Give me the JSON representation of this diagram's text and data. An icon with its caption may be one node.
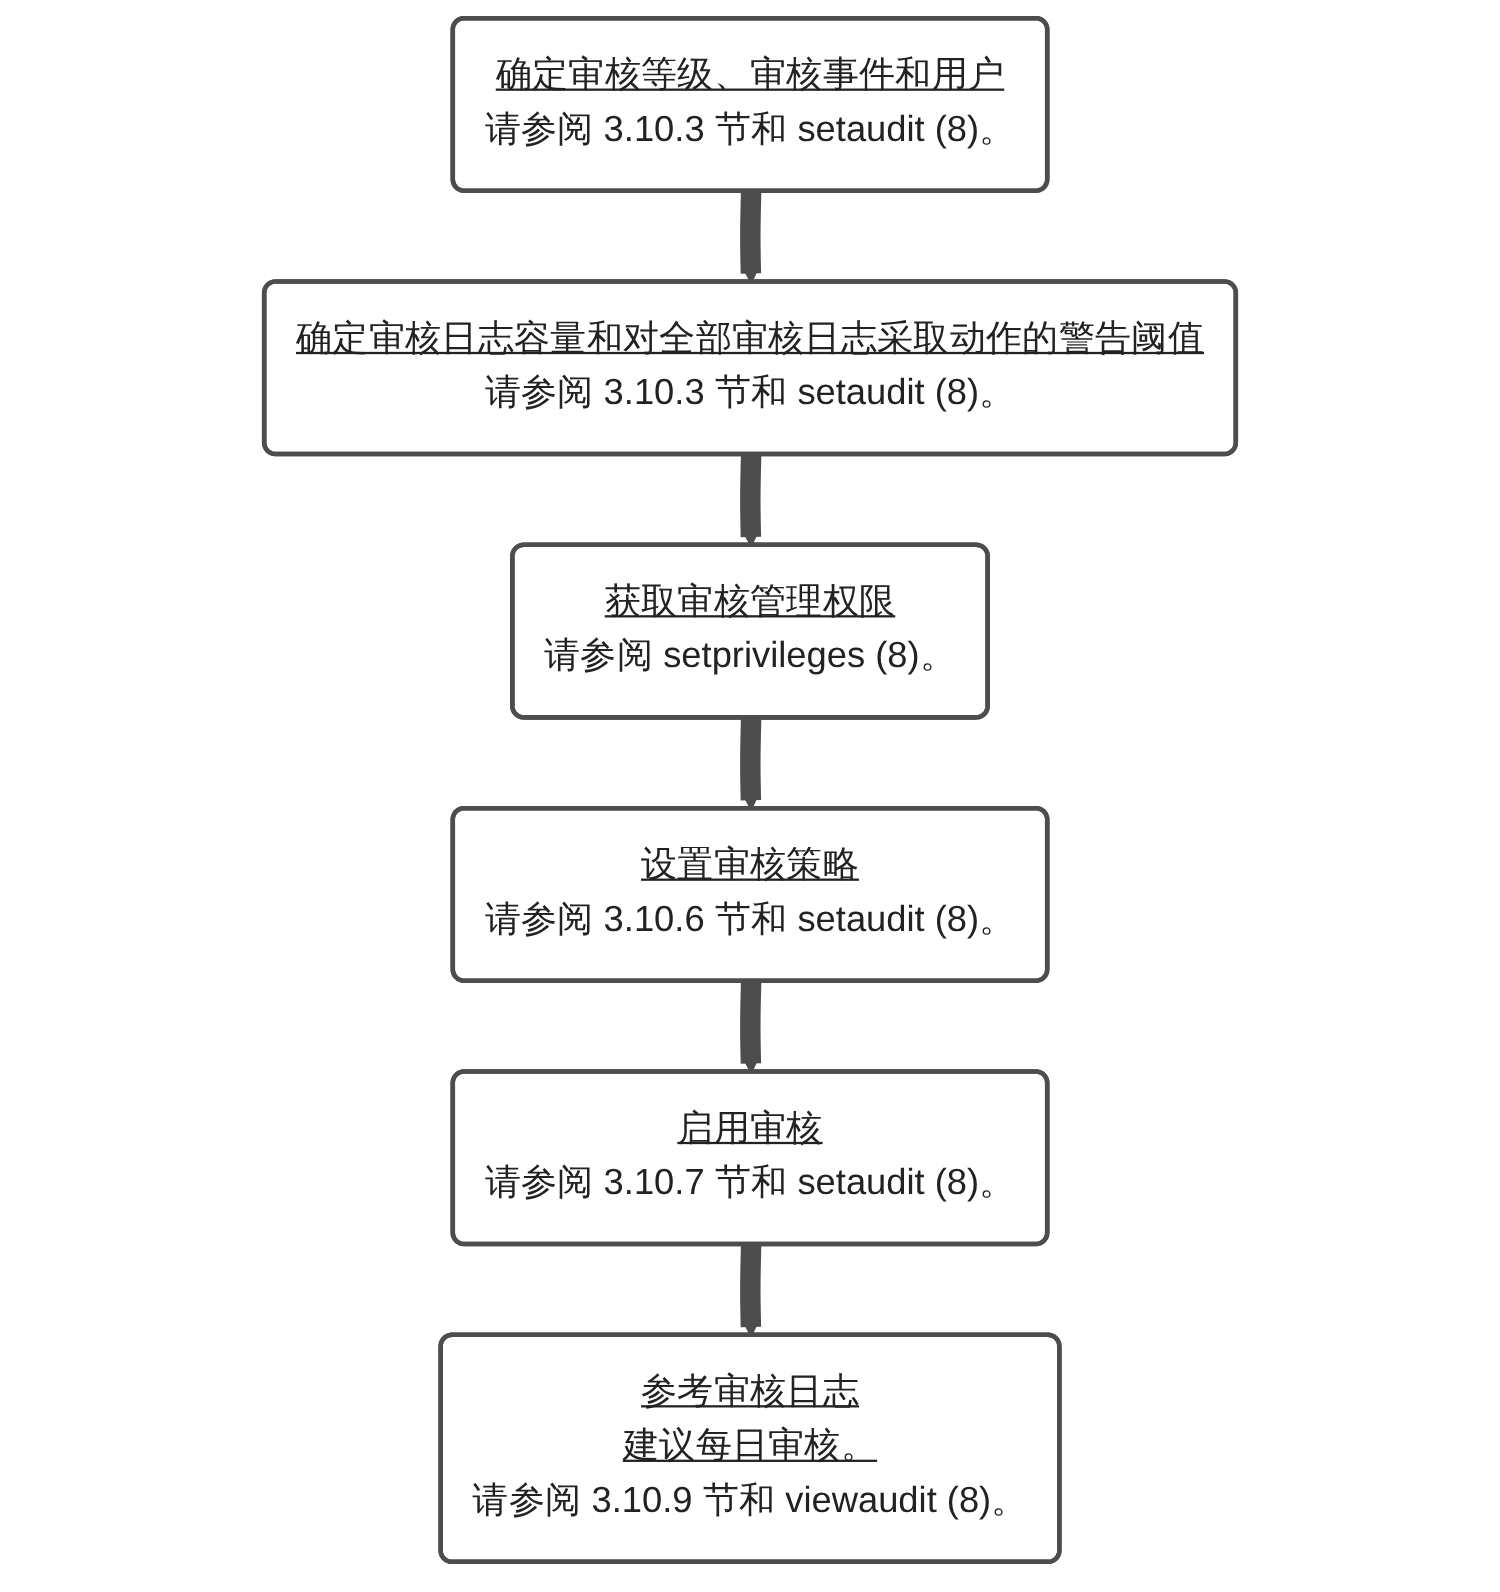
{
  "diagram": {
    "nodes": [
      {
        "text": [
          "确定审核等级、审核事件和用户",
          "请参阅 3.10.3 节和 setaudit (8)。"
        ]
      },
      {
        "text": [
          "确定审核日志容量和对全部审核日志采取动作的警告阈值",
          "请参阅 3.10.3 节和 setaudit (8)。"
        ]
      },
      {
        "text": [
          "获取审核管理权限",
          "请参阅 setprivileges (8)。"
        ]
      },
      {
        "text": [
          "设置审核策略",
          "请参阅 3.10.6 节和 setaudit (8)。"
        ]
      },
      {
        "text": [
          "启用审核",
          "请参阅 3.10.7 节和 setaudit (8)。"
        ]
      },
      {
        "text": [
          "参考审核日志",
          "建议每日审核。",
          "请参阅 3.10.9 节和 viewaudit (8)。"
        ]
      }
    ],
    "edges": [
      {
        "from": 0,
        "to": 1,
        "arrow": "to"
      },
      {
        "from": 1,
        "to": 2,
        "arrow": "to"
      },
      {
        "from": 2,
        "to": 3,
        "arrow": "to"
      },
      {
        "from": 3,
        "to": 4,
        "arrow": "to"
      },
      {
        "from": 4,
        "to": 5,
        "arrow": "to"
      }
    ]
  }
}
